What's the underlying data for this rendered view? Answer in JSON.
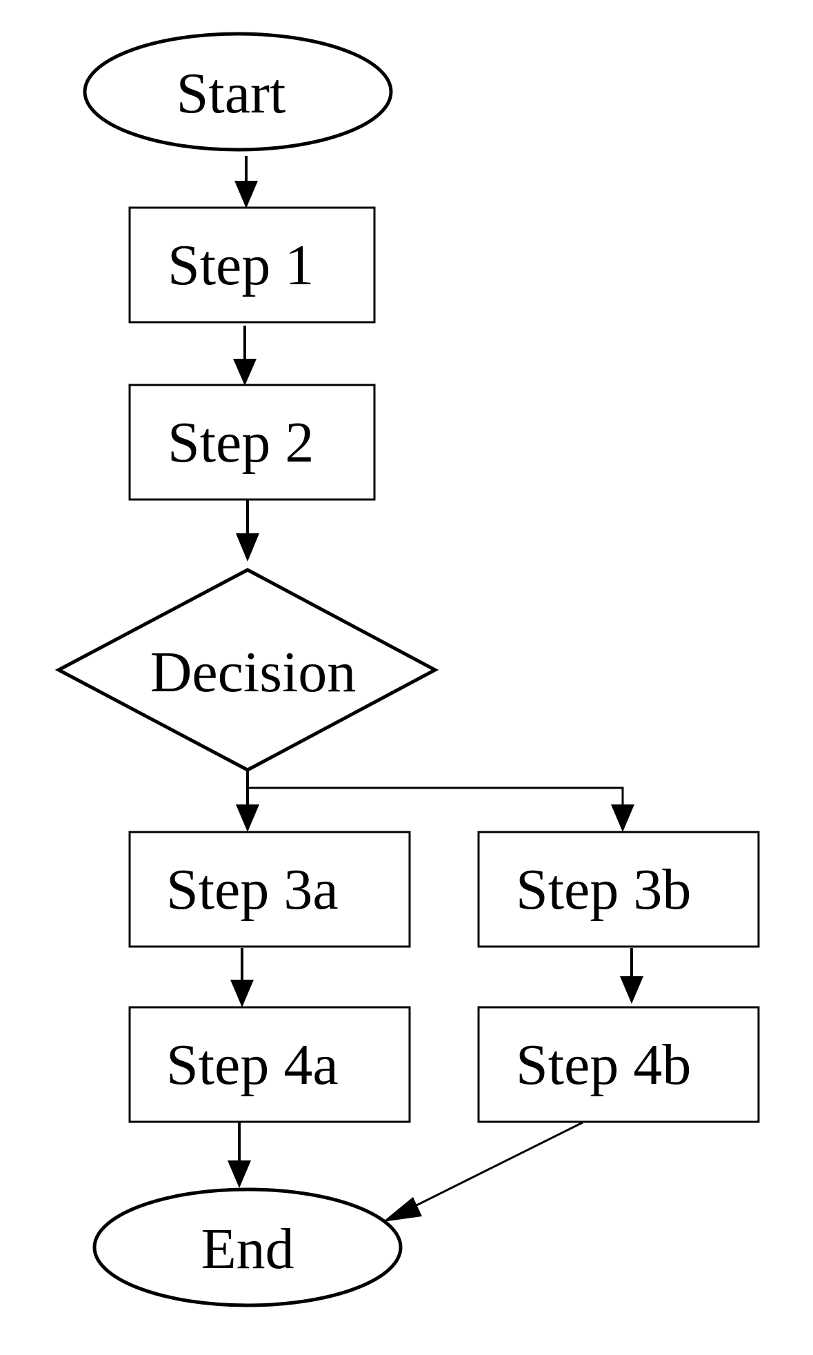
{
  "diagram": {
    "type": "flowchart",
    "nodes": [
      {
        "id": "start",
        "label": "Start",
        "shape": "ellipse"
      },
      {
        "id": "step1",
        "label": "Step 1",
        "shape": "rectangle"
      },
      {
        "id": "step2",
        "label": "Step 2",
        "shape": "rectangle"
      },
      {
        "id": "decision",
        "label": "Decision",
        "shape": "diamond"
      },
      {
        "id": "step3a",
        "label": "Step 3a",
        "shape": "rectangle"
      },
      {
        "id": "step3b",
        "label": "Step 3b",
        "shape": "rectangle"
      },
      {
        "id": "step4a",
        "label": "Step 4a",
        "shape": "rectangle"
      },
      {
        "id": "step4b",
        "label": "Step 4b",
        "shape": "rectangle"
      },
      {
        "id": "end",
        "label": "End",
        "shape": "ellipse"
      }
    ],
    "edges": [
      {
        "from": "start",
        "to": "step1"
      },
      {
        "from": "step1",
        "to": "step2"
      },
      {
        "from": "step2",
        "to": "decision"
      },
      {
        "from": "decision",
        "to": "step3a"
      },
      {
        "from": "decision",
        "to": "step3b"
      },
      {
        "from": "step3a",
        "to": "step4a"
      },
      {
        "from": "step3b",
        "to": "step4b"
      },
      {
        "from": "step4a",
        "to": "end"
      },
      {
        "from": "step4b",
        "to": "end"
      }
    ],
    "colors": {
      "stroke": "#000000",
      "background": "#ffffff"
    }
  }
}
